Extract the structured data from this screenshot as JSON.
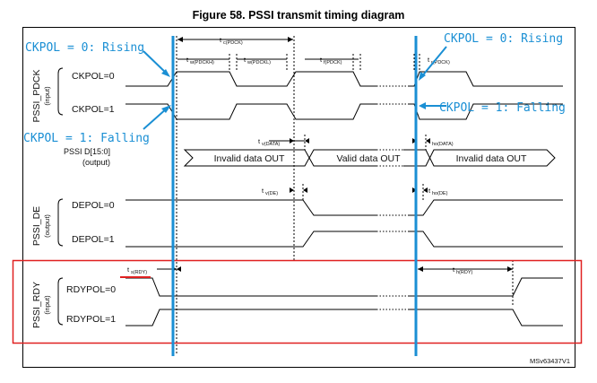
{
  "title": "Figure 58. PSSI transmit timing diagram",
  "watermark": "MSv63437V1",
  "group_labels": {
    "pdck": "PSSI_PDCK",
    "pdck_sub": "(input)",
    "de": "PSSI_DE",
    "de_sub": "(output)",
    "rdy": "PSSI_RDY",
    "rdy_sub": "(input)"
  },
  "signals": {
    "ckpol0": "CKPOL=0",
    "ckpol1": "CKPOL=1",
    "data_line1": "PSSI D[15:0]",
    "data_line2": "(output)",
    "depol0": "DEPOL=0",
    "depol1": "DEPOL=1",
    "rdypol0": "RDYPOL=0",
    "rdypol1": "RDYPOL=1"
  },
  "data_segments": [
    "Invalid data OUT",
    "Valid data OUT",
    "Invalid data OUT"
  ],
  "timing": {
    "tc": "t",
    "tc_sub": "c(PDCK)",
    "twh": "t",
    "twh_sub": "w(PDCKH)",
    "twl": "t",
    "twl_sub": "w(PDCKL)",
    "tf": "t",
    "tf_sub": "f(PDCK)",
    "tr": "t",
    "tr_sub": "r(PDCK)",
    "tv_data": "t",
    "tv_data_sub": "v(DATA)",
    "tho_data": "t",
    "tho_data_sub": "ho(DATA)",
    "tv_de": "t",
    "tv_de_sub": "v(DE)",
    "tho_de": "t",
    "tho_de_sub": "ho(DE)",
    "ts_rdy": "t",
    "ts_rdy_sub": "s(RDY)",
    "th_rdy": "t",
    "th_rdy_sub": "h(RDY)"
  },
  "annotations": {
    "ckpol0_rising_left": "CKPOL = 0: Rising",
    "ckpol1_falling_left": "CKPOL = 1: Falling",
    "ckpol0_rising_right": "CKPOL = 0: Rising",
    "ckpol1_falling_right": "CKPOL = 1: Falling"
  },
  "colors": {
    "annotation": "#1a8fd4",
    "highlight_box": "#e02020",
    "signal": "#000000"
  }
}
